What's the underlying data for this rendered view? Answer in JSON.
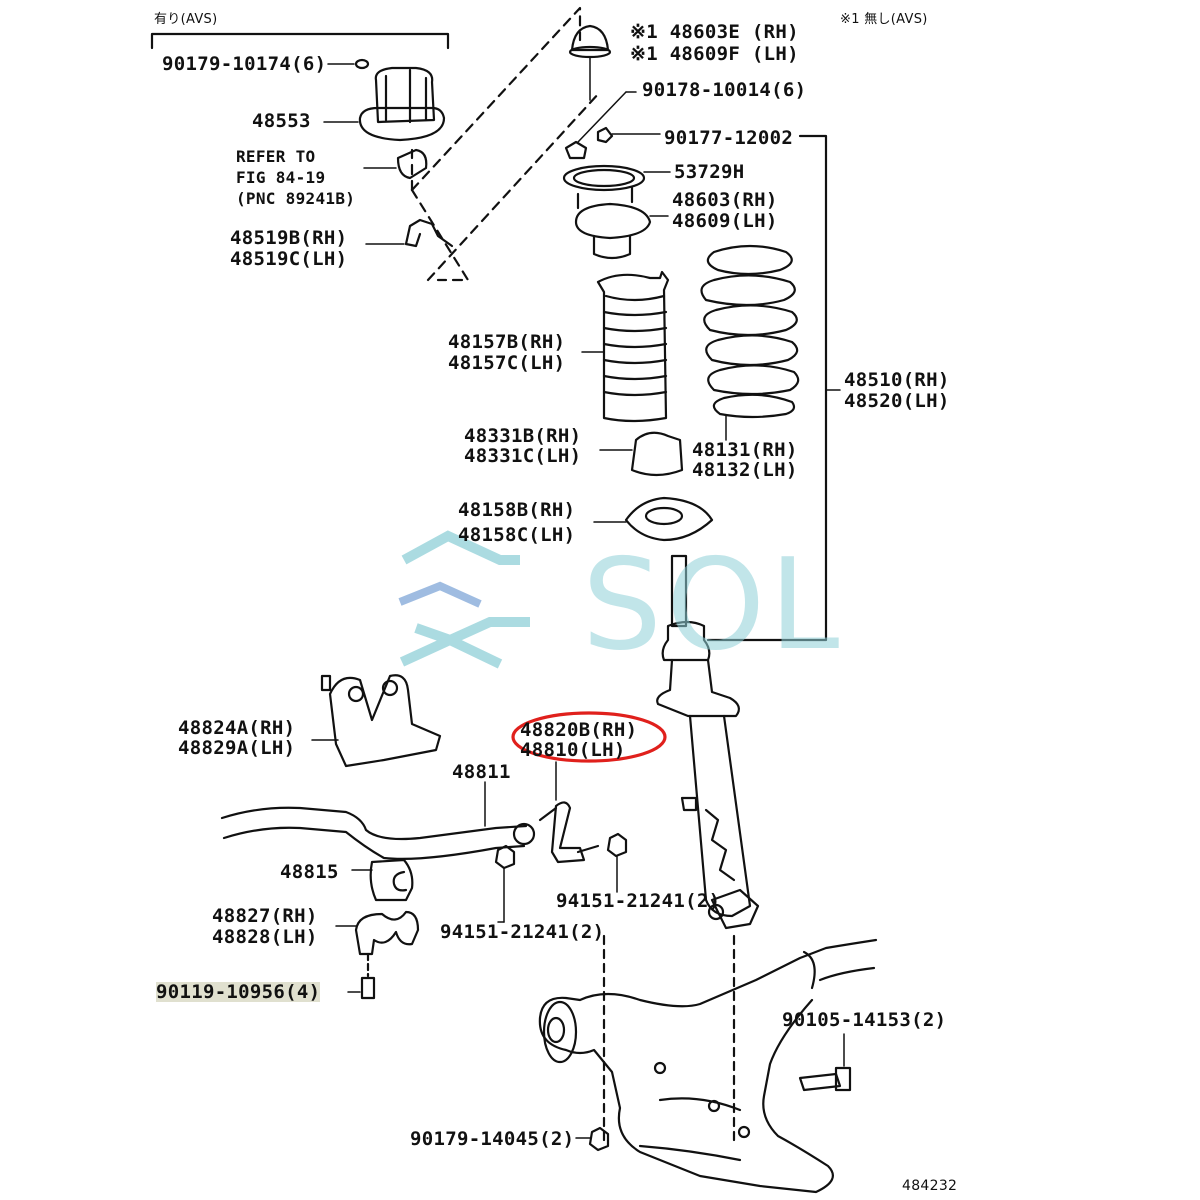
{
  "header": {
    "left_note": "有り(AVS)",
    "right_note": "※1 無し(AVS)"
  },
  "labels": {
    "p48603e": "※1 48603E (RH)",
    "p48609f": "※1 48609F (LH)",
    "p90179_10174": "90179-10174(6)",
    "p48553": "48553",
    "refer1": "REFER TO",
    "refer2": "FIG 84-19",
    "refer3": "(PNC 89241B)",
    "p48519b": "48519B(RH)",
    "p48519c": "48519C(LH)",
    "p90178": "90178-10014(6)",
    "p90177": "90177-12002",
    "p53729h": "53729H",
    "p48603": "48603(RH)",
    "p48609": "48609(LH)",
    "p48157b": "48157B(RH)",
    "p48157c": "48157C(LH)",
    "p48510": "48510(RH)",
    "p48520": "48520(LH)",
    "p48331b": "48331B(RH)",
    "p48331c": "48331C(LH)",
    "p48131": "48131(RH)",
    "p48132": "48132(LH)",
    "p48158b": "48158B(RH)",
    "p48158c": "48158C(LH)",
    "p48824a": "48824A(RH)",
    "p48829a": "48829A(LH)",
    "p48820b": "48820B(RH)",
    "p48810": "48810(LH)",
    "p48811": "48811",
    "p48815": "48815",
    "p94151_a": "94151-21241(2)",
    "p94151_b": "94151-21241(2)",
    "p48827": "48827(RH)",
    "p48828": "48828(LH)",
    "p90119": "90119-10956(4)",
    "p90105": "90105-14153(2)",
    "p90179_14045": "90179-14045(2)",
    "diagram_code": "484232"
  },
  "watermark": {
    "text": "SOL",
    "color": "#8fd0d8"
  },
  "colors": {
    "highlight_ring": "#e0201c",
    "line": "#111111"
  }
}
